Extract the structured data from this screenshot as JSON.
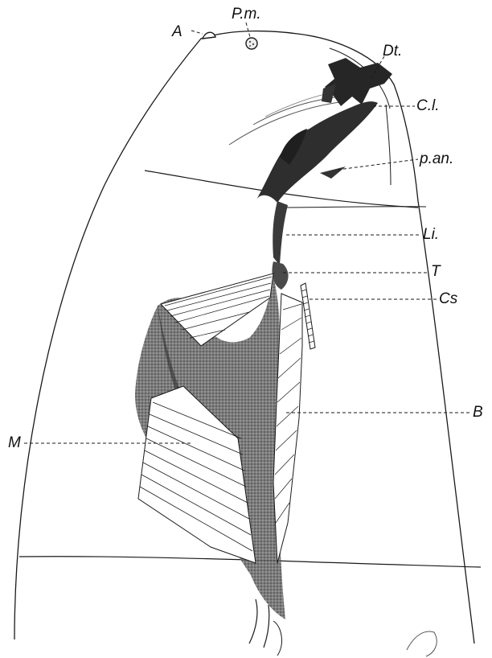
{
  "figure": {
    "labels": {
      "a": "A",
      "pm": "P.m.",
      "dt": "Dt.",
      "cl": "C.l.",
      "pan": "p.an.",
      "li": "Li.",
      "t": "T",
      "cs": "Cs",
      "b": "B",
      "m": "M"
    },
    "colors": {
      "ink": "#1a1a1a",
      "shade": "#4a4a4a",
      "paper": "#ffffff"
    }
  }
}
